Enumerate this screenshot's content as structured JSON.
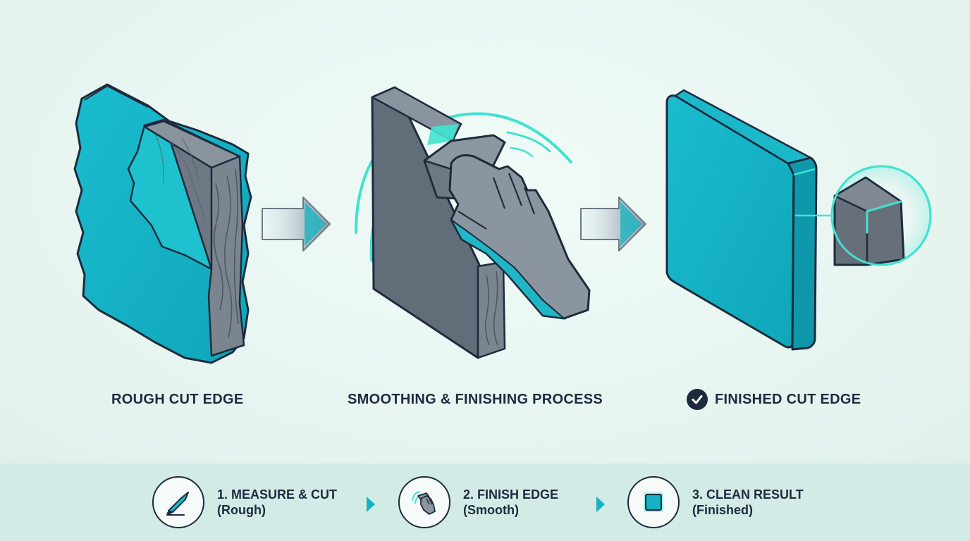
{
  "panels": [
    {
      "caption": "ROUGH CUT EDGE"
    },
    {
      "caption": "SMOOTHING & FINISHING PROCESS"
    },
    {
      "caption": "FINISHED CUT EDGE"
    }
  ],
  "steps": [
    {
      "line1": "1. MEASURE & CUT",
      "line2": "(Rough)",
      "icon": "knife-icon"
    },
    {
      "line1": "2. FINISH EDGE",
      "line2": "(Smooth)",
      "icon": "sanding-hand-icon"
    },
    {
      "line1": "3. CLEAN RESULT",
      "line2": "(Finished)",
      "icon": "square-icon"
    }
  ],
  "colors": {
    "teal": "#16b1c4",
    "teal_dark": "#0e8f9e",
    "glow": "#3fe3cf",
    "slate": "#5f6b78",
    "ink": "#1d2b3d",
    "background": "#e8f5f1",
    "bar": "#d3ebe6"
  }
}
